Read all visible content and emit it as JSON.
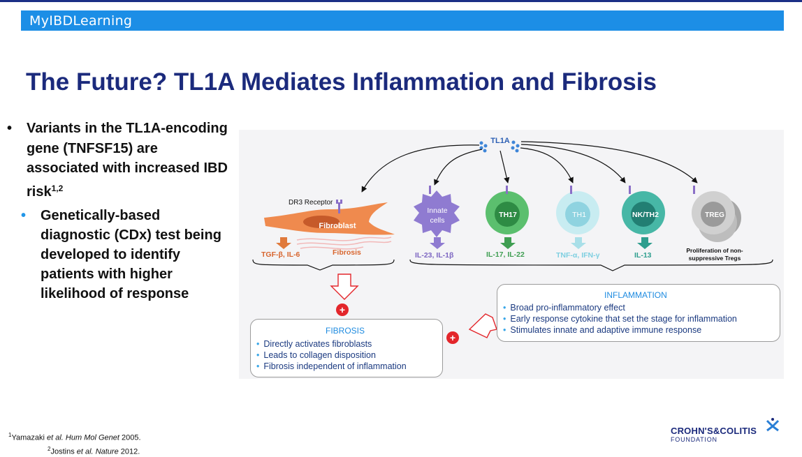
{
  "brand": {
    "prefix": "MyIBD",
    "suffix": "Learning"
  },
  "title": "The Future? TL1A Mediates Inflammation and Fibrosis",
  "bullets": {
    "main": "Variants in the TL1A-encoding gene (TNFSF15) are associated with increased IBD risk",
    "main_sup": "1,2",
    "sub": "Genetically-based diagnostic (CDx) test being developed to identify patients with higher likelihood of response"
  },
  "diagram": {
    "tl1a": "TL1A",
    "dr3": "DR3 Receptor",
    "fibroblast": "Fibroblast",
    "fibrosis_label": "Fibrosis",
    "tgf": "TGF-β, IL-6",
    "innate_line1": "Innate",
    "innate_line2": "cells",
    "il23": "IL-23, IL-1β",
    "th17": "TH17",
    "il17": "IL-17, IL-22",
    "th1": "TH1",
    "tnf": "TNF-α, IFN-γ",
    "nkth2": "NK/TH2",
    "il13": "IL-13",
    "treg": "TREG",
    "prolif_line1": "Proliferation of non-",
    "prolif_line2": "suppressive Tregs",
    "plus": "+"
  },
  "fibrosis_box": {
    "title": "FIBROSIS",
    "items": [
      "Directly activates fibroblasts",
      "Leads to collagen disposition",
      "Fibrosis independent of inflammation"
    ]
  },
  "inflammation_box": {
    "title": "INFLAMMATION",
    "items": [
      "Broad pro-inflammatory effect",
      "Early response cytokine that set the stage for inflammation",
      "Stimulates innate and adaptive immune response"
    ]
  },
  "refs": {
    "r1_num": "1",
    "r1_author": "Yamazaki",
    "r1_etal": "et al.",
    "r1_journal": "Hum Mol Genet",
    "r1_year": "2005.",
    "r2_num": "2",
    "r2_author": "Jostins",
    "r2_etal": "et al.",
    "r2_journal": "Nature",
    "r2_year": "2012."
  },
  "logo": {
    "name": "CROHN'S&COLITIS",
    "sub": "FOUNDATION"
  },
  "colors": {
    "brand_bar": "#1c8ee6",
    "title": "#1b2a7c",
    "fibroblast": "#ef8a4e",
    "innate": "#8f7bd1",
    "th17": "#3f9e52",
    "th1": "#a9dfe8",
    "nkth2": "#2e9e8e",
    "treg": "#b8b8b8",
    "plus": "#e3262b"
  }
}
